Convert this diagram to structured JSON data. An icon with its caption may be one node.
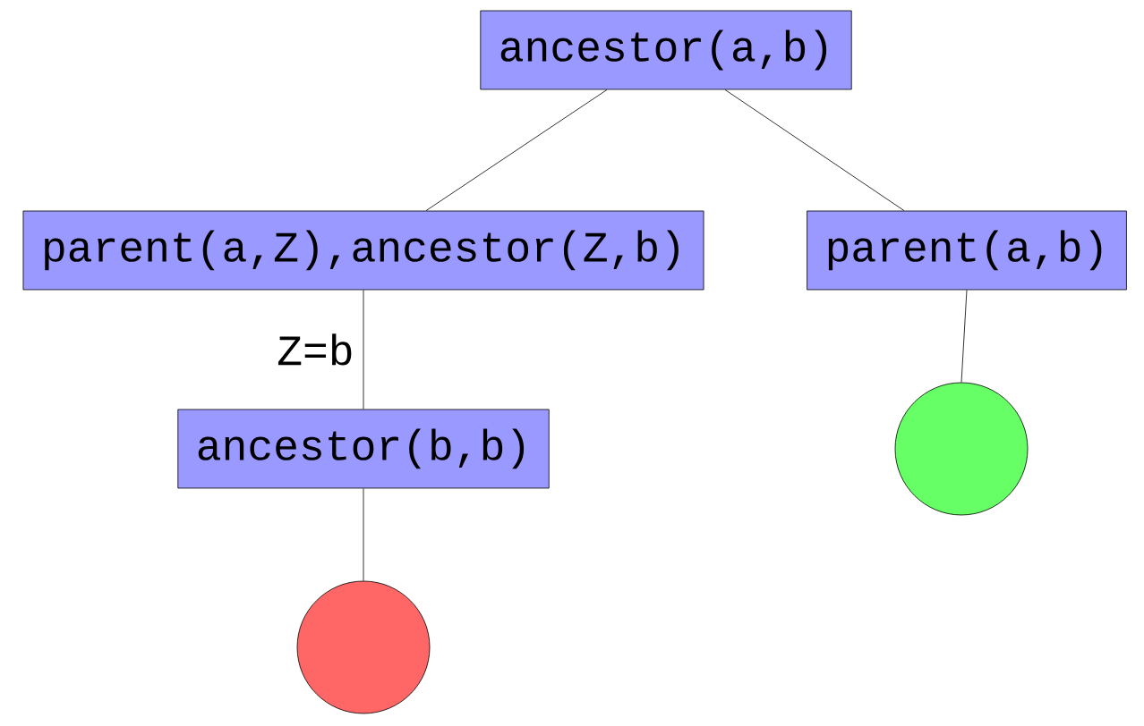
{
  "diagram": {
    "nodes": [
      {
        "text": [
          "ancestor(a,b)"
        ]
      },
      {
        "text": [
          "parent(a,Z),ancestor(Z,b)"
        ]
      },
      {
        "text": [
          "parent(a,b)"
        ]
      },
      {
        "text": [
          "ancestor(b,b)"
        ]
      },
      {
        "text": [],
        "shape": "circle"
      },
      {
        "text": [],
        "shape": "circle"
      }
    ],
    "edges": [
      {
        "from": 0,
        "to": 1,
        "arrow": "none"
      },
      {
        "from": 0,
        "to": 2,
        "arrow": "none"
      },
      {
        "from": 1,
        "to": 3,
        "arrow": "none",
        "label": "Z=b"
      },
      {
        "from": 2,
        "to": 4,
        "arrow": "none"
      },
      {
        "from": 3,
        "to": 5,
        "arrow": "none"
      }
    ]
  }
}
